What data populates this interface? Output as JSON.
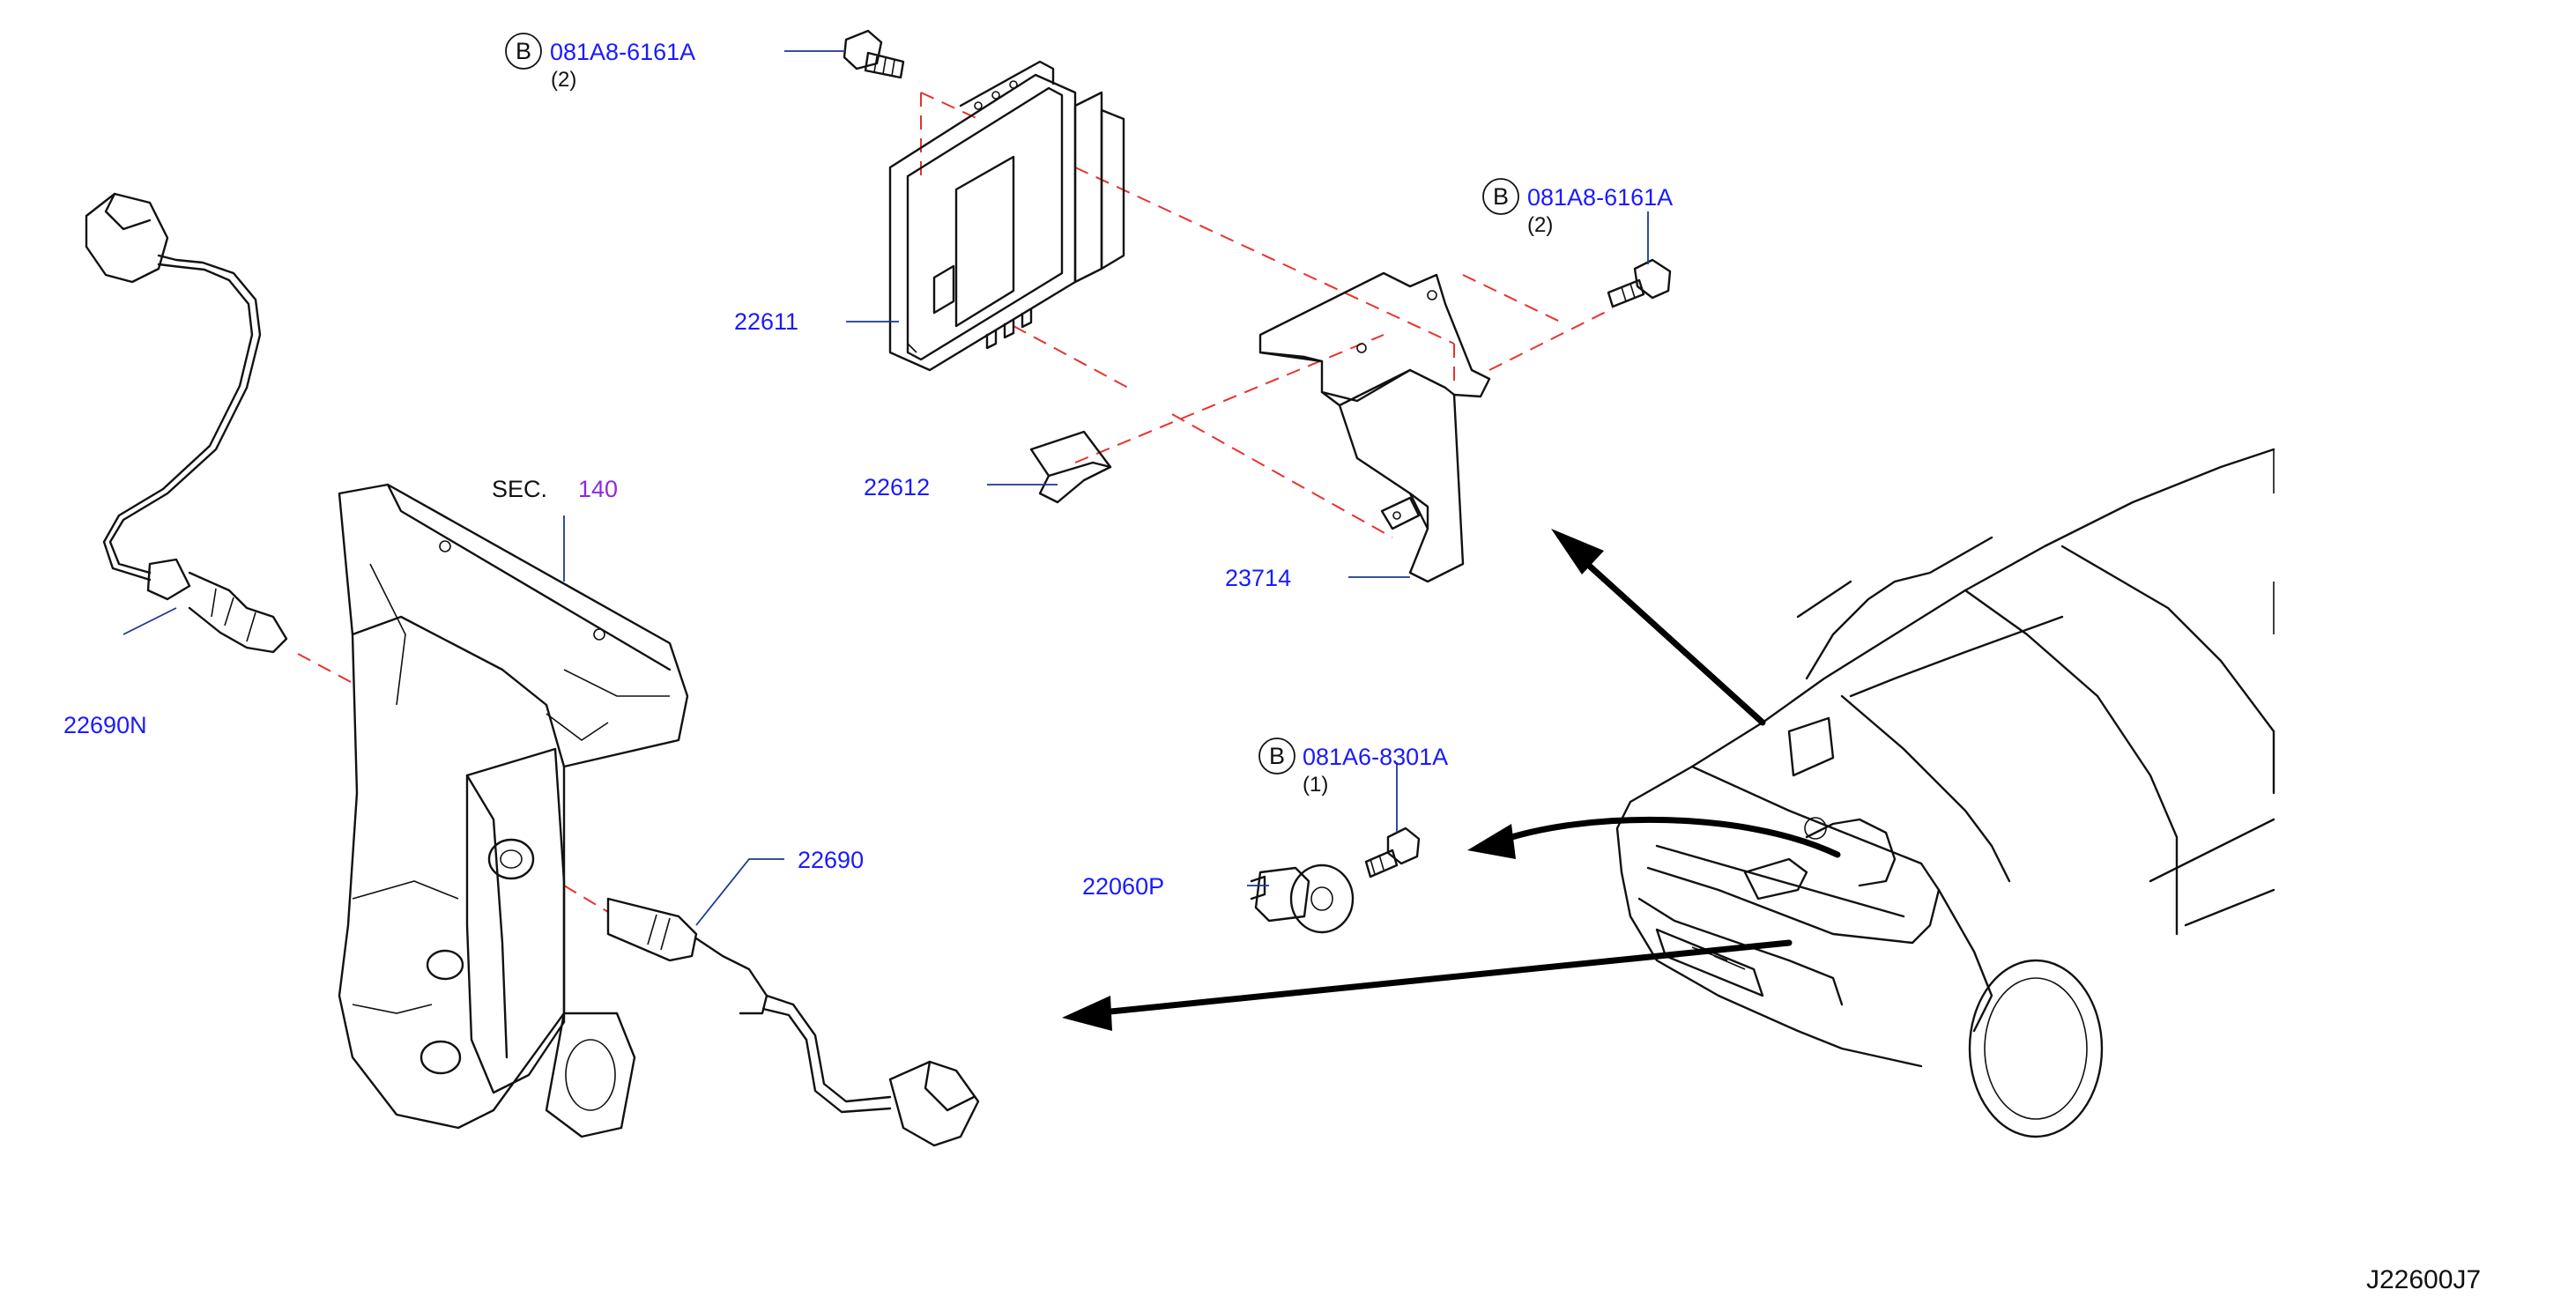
{
  "colors": {
    "part_number": "#1a1aff",
    "section_number": "#8a2be2",
    "dash_line": "#e8322e",
    "leader": "#1a3a8f",
    "ink": "#111111"
  },
  "bolts": [
    {
      "circle": "B",
      "part": "081A8-6161A",
      "qty": "(2)"
    },
    {
      "circle": "B",
      "part": "081A8-6161A",
      "qty": "(2)"
    },
    {
      "circle": "B",
      "part": "081A6-8301A",
      "qty": "(1)"
    }
  ],
  "parts": {
    "ecm": "22611",
    "ecm_clip": "22612",
    "ecm_bracket": "23714",
    "front_o2_sensor": "22690N",
    "rear_o2_sensor": "22690",
    "knock_sensor": "22060P"
  },
  "section_ref": {
    "prefix": "SEC.",
    "number": "140"
  },
  "diagram_code": "J22600J7"
}
